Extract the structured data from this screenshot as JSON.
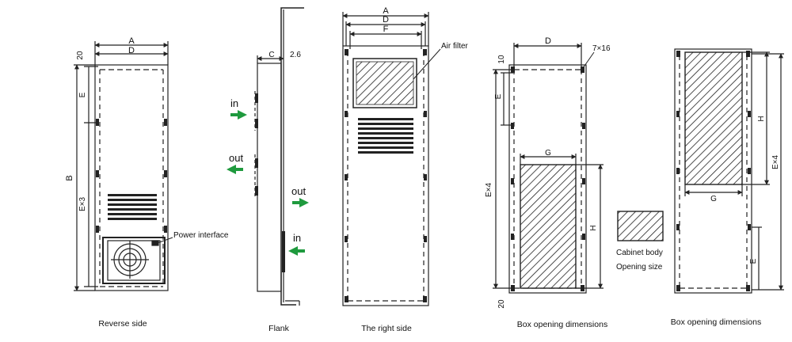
{
  "captions": {
    "reverse_side": "Reverse side",
    "flank": "Flank",
    "right_side": "The right side",
    "box_opening_1": "Box opening dimensions",
    "box_opening_2": "Box opening dimensions"
  },
  "reverse": {
    "dim_a": "A",
    "dim_d": "D",
    "dim_20": "20",
    "dim_b": "B",
    "dim_e": "E",
    "dim_ex3": "E×3",
    "power_interface": "Power interface"
  },
  "flank": {
    "dim_c": "C",
    "dim_26": "2.6",
    "in_upper": "in",
    "out_upper": "out",
    "out_lower": "out",
    "in_lower": "in",
    "arrow_color": "#1f9a3e"
  },
  "right": {
    "dim_a": "A",
    "dim_d": "D",
    "dim_f": "F",
    "air_filter": "Air filter"
  },
  "box1": {
    "dim_d": "D",
    "dim_7x16": "7×16",
    "dim_10": "10",
    "dim_e": "E",
    "dim_ex4": "E×4",
    "dim_g": "G",
    "dim_h": "H",
    "dim_20": "20"
  },
  "legend": {
    "line1": "Cabinet body",
    "line2": "Opening size"
  },
  "box2": {
    "dim_h": "H",
    "dim_ex4": "E×4",
    "dim_g": "G",
    "dim_e": "E"
  }
}
